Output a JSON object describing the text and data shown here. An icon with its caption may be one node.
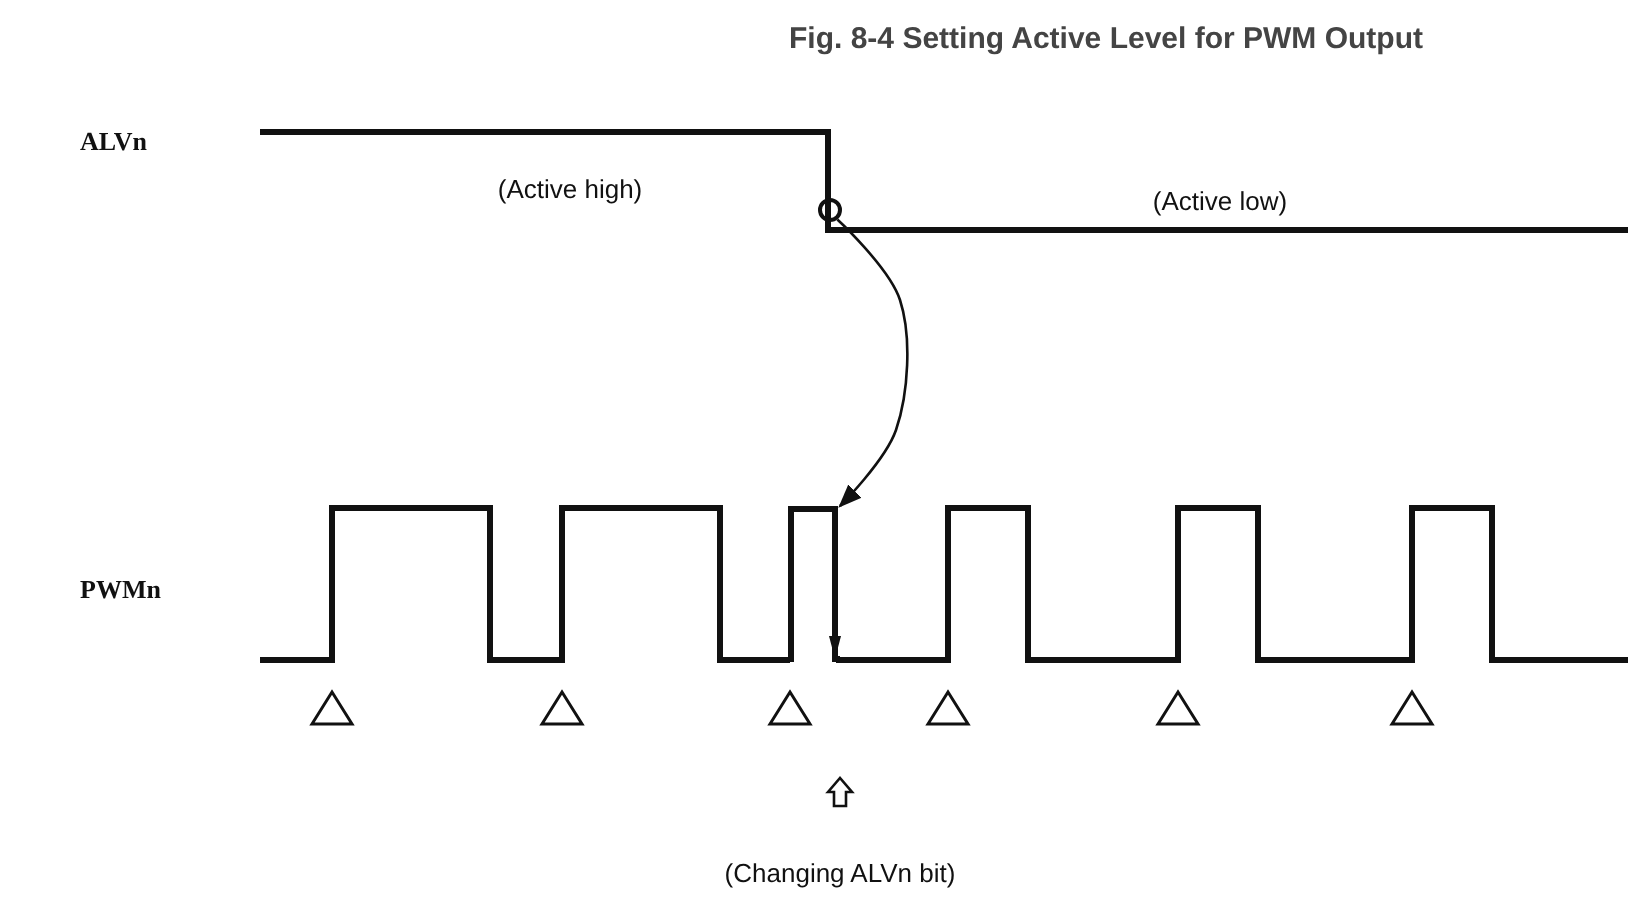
{
  "diagram": {
    "title": "Fig. 8-4  Setting Active Level for PWM Output",
    "nodes": [
      {
        "text": [],
        "shape": "circle"
      },
      {
        "text": [],
        "shape": "pulse"
      }
    ],
    "edges": [
      {
        "from": 0,
        "to": 1,
        "arrow": "to"
      }
    ],
    "labels": [
      "ALVn",
      "(Active high)",
      "(Active low)",
      "PWMn",
      "(Changing ALVn bit)"
    ]
  }
}
